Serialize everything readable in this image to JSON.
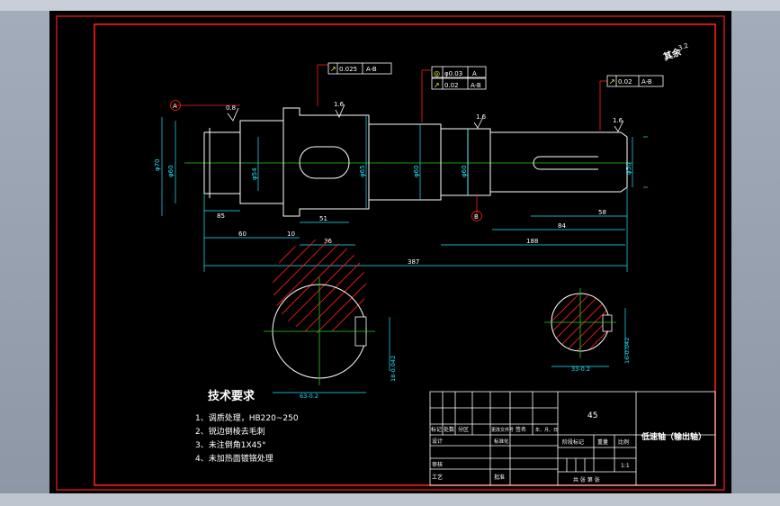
{
  "drawing": {
    "title": "低速轴（输出轴）",
    "material": "45",
    "scale_value": "1:1",
    "surface_symbol": "其余",
    "surface_value": "3.2",
    "datum_a": "A",
    "datum_b": "B"
  },
  "tech_requirements": {
    "heading": "技术要求",
    "items": [
      "1、调质处理，HB220~250",
      "2、锐边倒棱去毛刺",
      "3、未注倒角1X45°",
      "4、未加热面镀铬处理"
    ]
  },
  "tolerance_frames": {
    "frame1": {
      "symbol": "↗",
      "value": "0.025",
      "datum": "A-B"
    },
    "frame2_top": {
      "symbol": "◎",
      "value": "φ0.03",
      "datum": "A"
    },
    "frame2_bottom": {
      "symbol": "↗",
      "value": "0.02",
      "datum": "A-B"
    },
    "frame3": {
      "symbol": "↗",
      "value": "0.02",
      "datum": "A-B"
    }
  },
  "roughness": [
    "0.8",
    "1.6",
    "1.6",
    "1.6"
  ],
  "dimensions": {
    "dia_left_outer": "φ70",
    "dia_1": "φ60",
    "dia_2": "φ54",
    "dia_3": "φ65",
    "dia_4": "φ60",
    "dia_5": "φ60",
    "dia_right": "φ50",
    "len_85": "85",
    "len_60": "60",
    "len_10": "10",
    "len_51": "51",
    "len_36": "36",
    "len_58": "58",
    "len_84": "84",
    "len_188": "188",
    "len_total": "387",
    "section1_width": "63-0.2",
    "section1_depth": "18-0.042",
    "section2_width": "33-0.2",
    "section2_depth": "16-0.042"
  },
  "title_block": {
    "headers": [
      "标记",
      "处数",
      "分区",
      "更改文件号",
      "签名",
      "年、月、日"
    ],
    "row_design": "设计",
    "row_standard": "标准化",
    "row_review": "审核",
    "row_process": "工艺",
    "row_approve": "批准",
    "stage_mark": "阶段标记",
    "weight": "重量",
    "scale": "比例",
    "sheets": "共 张 第 张"
  }
}
